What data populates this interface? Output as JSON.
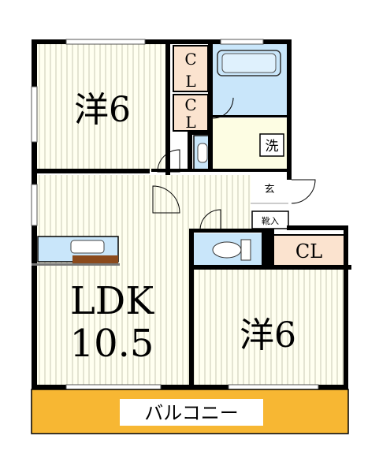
{
  "rooms": {
    "western_top": "洋6",
    "western_bottom": "洋6",
    "ldk_line1": "LDK",
    "ldk_line2": "10.5",
    "cl_big": "CL",
    "cl_vertical_1": [
      "C",
      "L"
    ],
    "cl_vertical_2": [
      "C",
      "L"
    ],
    "wash": "洗",
    "entrance": "玄",
    "shoe_box": "靴入",
    "balcony": "バルコニー"
  },
  "colors": {
    "floor": "#fffff0",
    "floor_stripe": "#c8c8b4",
    "wall": "#000000",
    "closet": "#fbe3cf",
    "wet_area": "#c9e6fa",
    "counter_wood": "#8b4a1c",
    "balcony_fill": "#f7b733",
    "pale_yellow": "#fdfde3"
  }
}
